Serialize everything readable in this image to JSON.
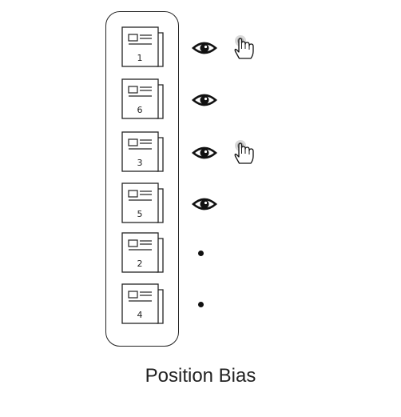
{
  "caption": "Position Bias",
  "ranking": [
    {
      "doc": "1",
      "marker": "eye-icon",
      "clicked": true
    },
    {
      "doc": "6",
      "marker": "eye-icon",
      "clicked": false
    },
    {
      "doc": "3",
      "marker": "eye-icon",
      "clicked": true
    },
    {
      "doc": "5",
      "marker": "eye-icon",
      "clicked": false
    },
    {
      "doc": "2",
      "marker": "dot",
      "clicked": false
    },
    {
      "doc": "4",
      "marker": "dot",
      "clicked": false
    }
  ],
  "colors": {
    "stroke": "#222222",
    "click_ring": "#b5b5b5"
  }
}
